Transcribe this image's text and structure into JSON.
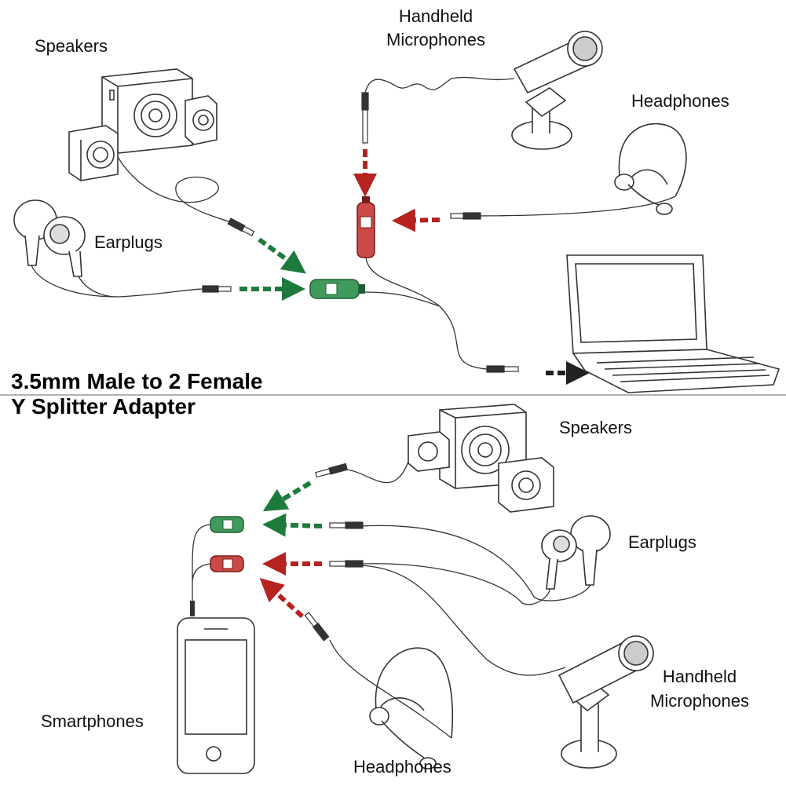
{
  "title": {
    "line1": "3.5mm Male to 2 Female",
    "line2": "Y Splitter Adapter"
  },
  "top": {
    "speakers": "Speakers",
    "earplugs": "Earplugs",
    "mic_line1": "Handheld",
    "mic_line2": "Microphones",
    "headphones": "Headphones"
  },
  "bottom": {
    "speakers": "Speakers",
    "earplugs": "Earplugs",
    "mic_line1": "Handheld",
    "mic_line2": "Microphones",
    "headphones": "Headphones",
    "smartphones": "Smartphones"
  },
  "colors": {
    "green": "#1e7a3c",
    "red": "#b5221f",
    "black": "#222222"
  }
}
